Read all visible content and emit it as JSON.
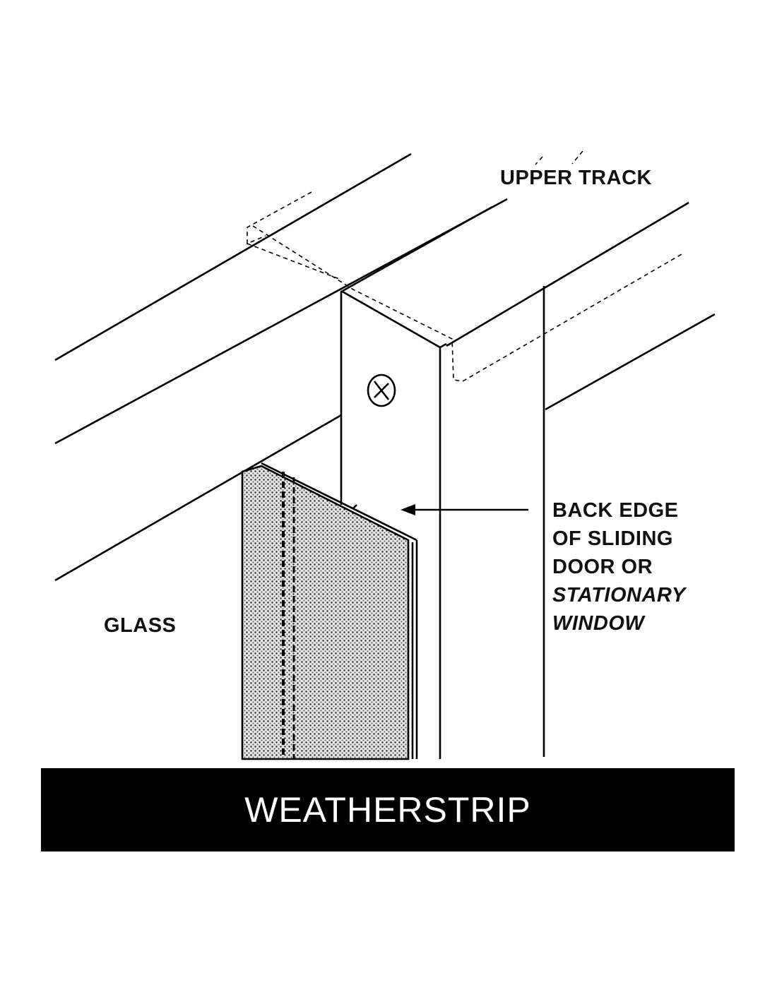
{
  "labels": {
    "upper_track": "UPPER TRACK",
    "glass": "GLASS",
    "back_edge": [
      "BACK EDGE",
      "OF SLIDING",
      "DOOR OR",
      "STATIONARY",
      "WINDOW"
    ]
  },
  "caption": "WEATHERSTRIP"
}
